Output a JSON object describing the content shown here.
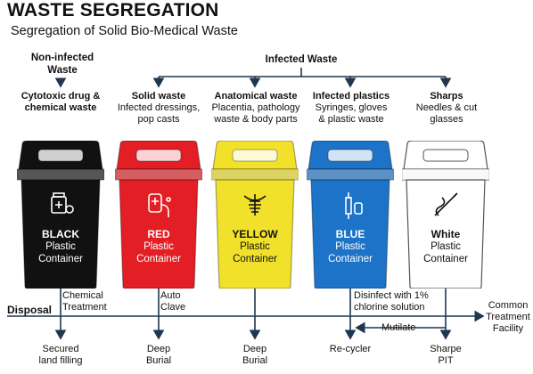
{
  "title": "WASTE SEGREGATION",
  "subtitle": "Segregation of Solid Bio-Medical Waste",
  "groups": {
    "non_infected_line1": "Non-infected",
    "non_infected_line2": "Waste",
    "infected": "Infected Waste"
  },
  "categories": [
    {
      "title": "Cytotoxic drug &",
      "title2": "chemical waste",
      "desc1": "",
      "desc2": "",
      "desc3": ""
    },
    {
      "title": "Solid waste",
      "title2": "",
      "desc1": "Infected dressings,",
      "desc2": "pop casts",
      "desc3": ""
    },
    {
      "title": "Anatomical  waste",
      "title2": "",
      "desc1": "Placentia, pathology",
      "desc2": "waste & body parts",
      "desc3": ""
    },
    {
      "title": "Infected plastics",
      "title2": "",
      "desc1": "Syringes, gloves",
      "desc2": "& plastic waste",
      "desc3": ""
    },
    {
      "title": "Sharps",
      "title2": "",
      "desc1": "Needles & cut",
      "desc2": "glasses",
      "desc3": ""
    }
  ],
  "bins": [
    {
      "name": "BLACK",
      "line1": "Plastic",
      "line2": "Container",
      "color": "#111111",
      "text_color": "#ffffff",
      "icon": "drug-bottle-icon"
    },
    {
      "name": "RED",
      "line1": "Plastic",
      "line2": "Container",
      "color": "#e31e24",
      "text_color": "#ffffff",
      "icon": "blood-bag-icon"
    },
    {
      "name": "YELLOW",
      "line1": "Plastic",
      "line2": "Container",
      "color": "#f2e12a",
      "text_color": "#111111",
      "icon": "anatomy-icon"
    },
    {
      "name": "BLUE",
      "line1": "Plastic",
      "line2": "Container",
      "color": "#1c73c7",
      "text_color": "#ffffff",
      "icon": "syringe-icon"
    },
    {
      "name": "White",
      "line1": "Plastic",
      "line2": "Container",
      "color": "#ffffff",
      "text_color": "#111111",
      "icon": "needle-icon"
    }
  ],
  "disposal": {
    "label": "Disposal",
    "chemical_line1": "Chemical",
    "chemical_line2": "Treatment",
    "autoclave_line1": "Auto",
    "autoclave_line2": "Clave",
    "disinfect_line1": "Disinfect with 1%",
    "disinfect_line2": "chlorine solution",
    "common_line1": "Common",
    "common_line2": "Treatment",
    "common_line3": "Facility",
    "mutilate": "Mutilate"
  },
  "outcomes": [
    {
      "line1": "Secured",
      "line2": "land filling"
    },
    {
      "line1": "Deep",
      "line2": "Burial"
    },
    {
      "line1": "Deep",
      "line2": "Burial"
    },
    {
      "line1": "Re-cycler",
      "line2": ""
    },
    {
      "line1": "Sharpe",
      "line2": "PIT"
    }
  ]
}
